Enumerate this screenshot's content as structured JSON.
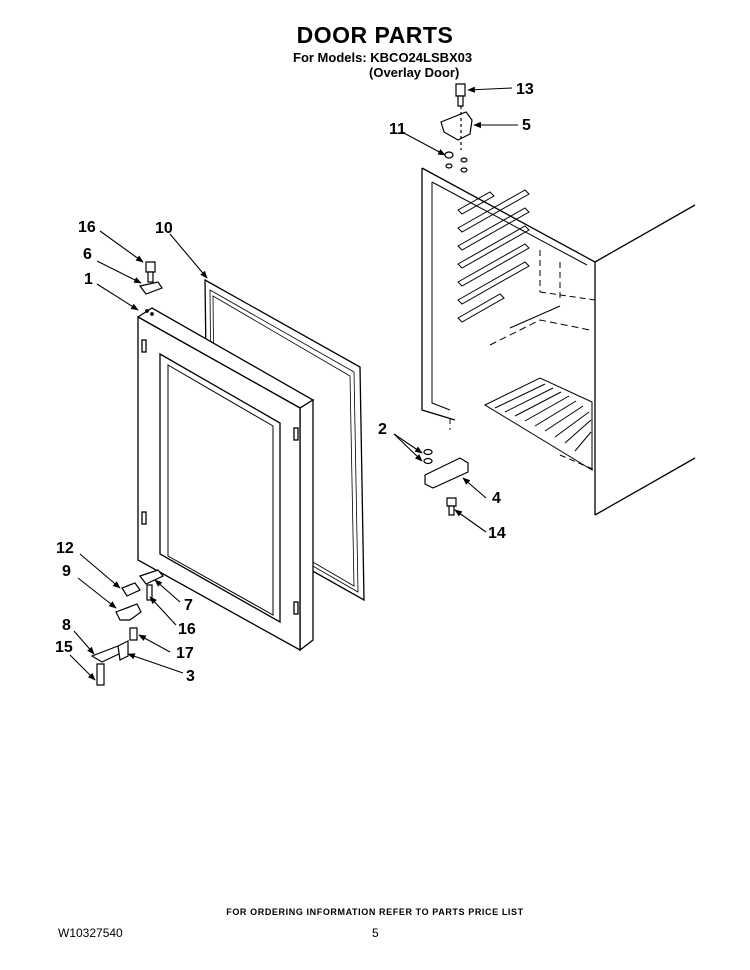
{
  "header": {
    "title": "DOOR PARTS",
    "models_line": "For Models: KBCO24LSBX03",
    "variant_line": "(Overlay Door)"
  },
  "callouts": [
    {
      "id": "13",
      "label": "13"
    },
    {
      "id": "5",
      "label": "5"
    },
    {
      "id": "11",
      "label": "11"
    },
    {
      "id": "16a",
      "label": "16"
    },
    {
      "id": "10",
      "label": "10"
    },
    {
      "id": "6",
      "label": "6"
    },
    {
      "id": "1",
      "label": "1"
    },
    {
      "id": "2",
      "label": "2"
    },
    {
      "id": "4",
      "label": "4"
    },
    {
      "id": "14",
      "label": "14"
    },
    {
      "id": "12",
      "label": "12"
    },
    {
      "id": "9",
      "label": "9"
    },
    {
      "id": "7",
      "label": "7"
    },
    {
      "id": "16b",
      "label": "16"
    },
    {
      "id": "8",
      "label": "8"
    },
    {
      "id": "17",
      "label": "17"
    },
    {
      "id": "15",
      "label": "15"
    },
    {
      "id": "3",
      "label": "3"
    }
  ],
  "footer": {
    "ordering_info": "FOR ORDERING INFORMATION REFER TO PARTS PRICE LIST",
    "doc_number": "W10327540",
    "page_number": "5"
  }
}
